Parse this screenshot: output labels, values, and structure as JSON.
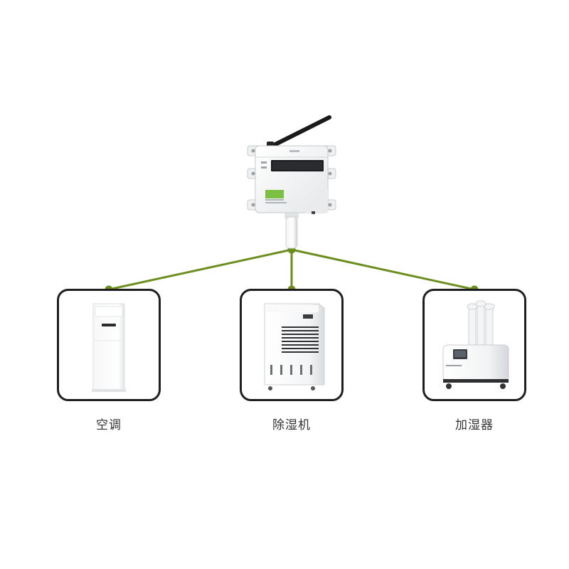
{
  "theme": {
    "line_color": "#6b8e1e",
    "node_color": "#6b8e1e",
    "card_border": "#1f1f1f",
    "label_color": "#333333"
  },
  "hub": {
    "icon": "wireless-sensor-transmitter-icon"
  },
  "devices": [
    {
      "id": "ac",
      "label": "空调",
      "icon": "air-conditioner-icon"
    },
    {
      "id": "dehumidifier",
      "label": "除湿机",
      "icon": "dehumidifier-icon"
    },
    {
      "id": "humidifier",
      "label": "加湿器",
      "icon": "humidifier-icon"
    }
  ]
}
